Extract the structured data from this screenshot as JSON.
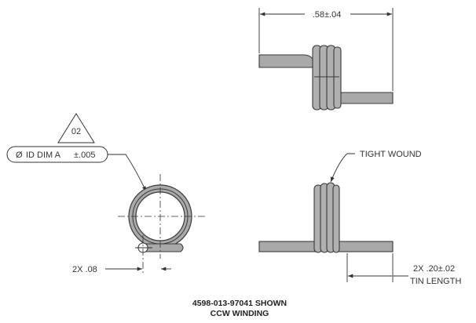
{
  "dimensions": {
    "overall_length": ".58±.04",
    "tight_wound_note": "TIGHT WOUND",
    "id_callout_symbol": "Ø",
    "id_callout_text": "ID DIM A",
    "id_callout_tolerance": "±.005",
    "revision_flag": "02",
    "leg_offset": "2X .08",
    "tin_length_value": "2X .20±.02",
    "tin_length_label": "TIN LENGTH"
  },
  "title_block": {
    "part_shown": "4598-013-97041 SHOWN",
    "winding": "CCW WINDING"
  },
  "colors": {
    "wire_fill": "#a9a9a9",
    "outline": "#3a3a3a",
    "dimension_lines": "#333333"
  }
}
